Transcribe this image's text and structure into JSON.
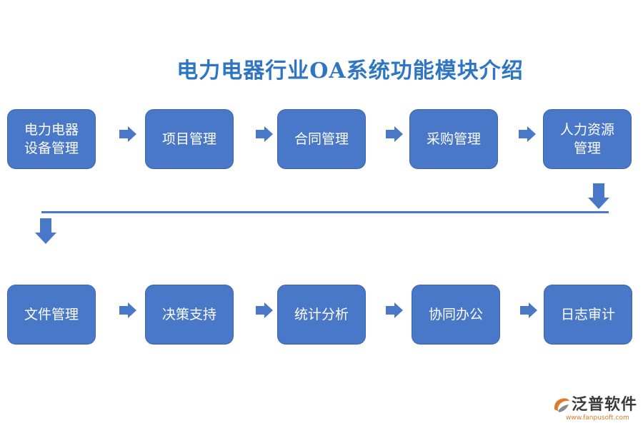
{
  "title": "电力电器行业OA系统功能模块介绍",
  "row1": [
    "电力电器\n设备管理",
    "项目管理",
    "合同管理",
    "采购管理",
    "人力资源\n管理"
  ],
  "row2": [
    "文件管理",
    "决策支持",
    "统计分析",
    "协同办公",
    "日志审计"
  ],
  "logo": {
    "name": "泛普软件",
    "url": "www.fanpusoft.com"
  },
  "colors": {
    "box_fill": "#4a78c9",
    "title": "#2e75c4"
  }
}
